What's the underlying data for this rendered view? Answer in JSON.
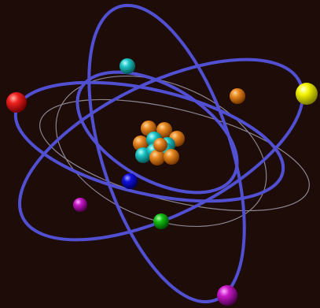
{
  "scene": {
    "background": "#1e0c08",
    "orbit_color": "#5150d2",
    "faint_orbit_color": "#8a8390",
    "nucleus": {
      "proton_color": "#e07818",
      "neutron_color": "#1ec6c6",
      "particle_count": 12
    },
    "electrons": [
      {
        "name": "red-electron",
        "color": "#e41010"
      },
      {
        "name": "cyan-electron",
        "color": "#1ec6c6"
      },
      {
        "name": "orange-electron",
        "color": "#e07818"
      },
      {
        "name": "yellow-electron",
        "color": "#f0f000"
      },
      {
        "name": "blue-electron",
        "color": "#1010d8"
      },
      {
        "name": "magenta-electron-small",
        "color": "#c010c0"
      },
      {
        "name": "green-electron",
        "color": "#10b810"
      },
      {
        "name": "magenta-electron-large",
        "color": "#c010c0"
      }
    ]
  }
}
